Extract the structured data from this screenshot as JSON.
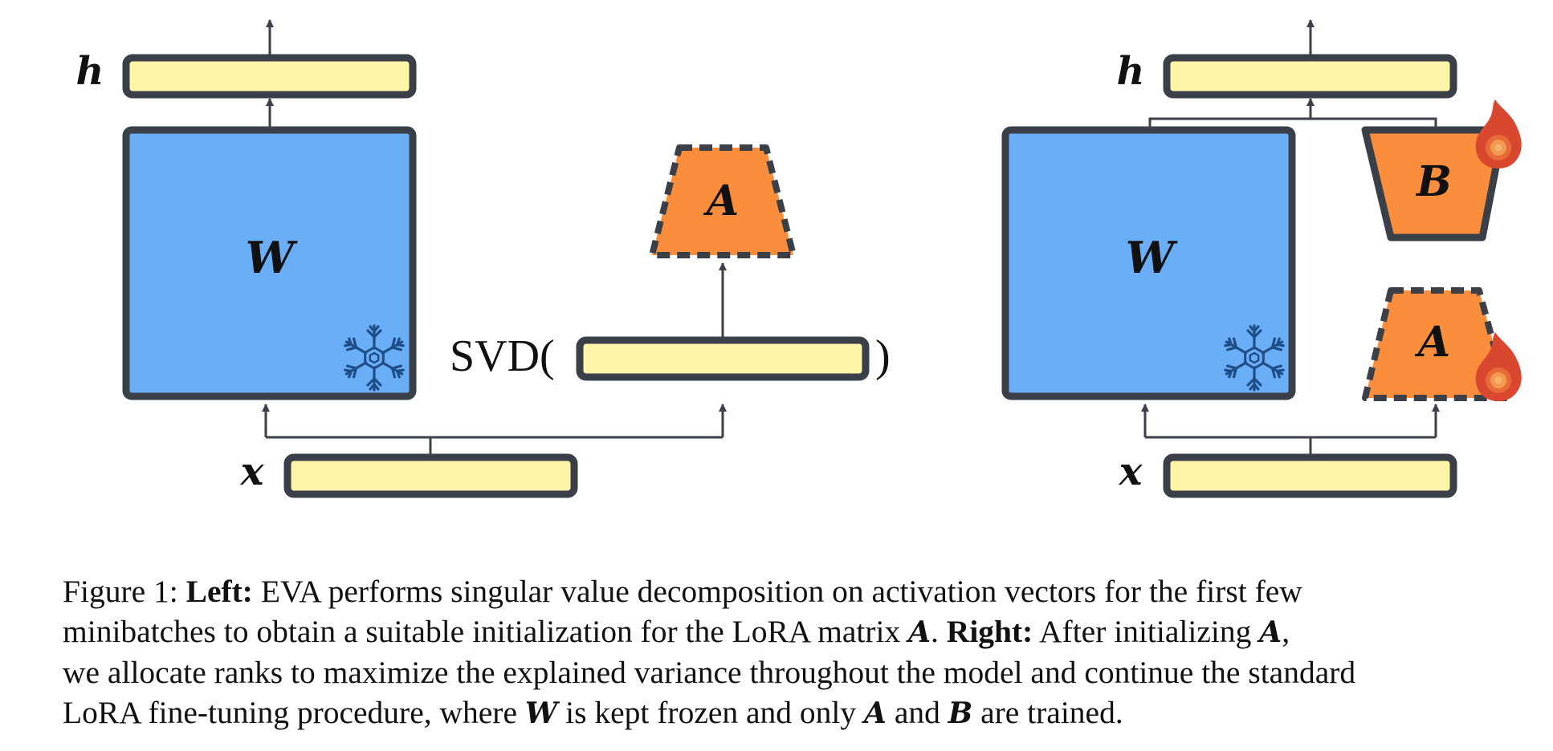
{
  "figure": {
    "left_panel": {
      "output_label": "h",
      "weight_label": "W",
      "input_label": "x",
      "svd_prefix": "SVD(",
      "svd_suffix": ")",
      "matrix_a_label": "A"
    },
    "right_panel": {
      "output_label": "h",
      "weight_label": "W",
      "input_label": "x",
      "matrix_b_label": "B",
      "matrix_a_label": "A"
    },
    "icons": [
      "snowflake-icon",
      "flame-icon"
    ],
    "colors": {
      "bar_fill": "#FFF4A8",
      "weight_fill": "#6BAEF8",
      "adapter_fill": "#FA8E3C",
      "stroke": "#3A3F48",
      "flame_outer": "#D9472F",
      "flame_inner": "#F29A4E"
    }
  },
  "caption": {
    "line1_start": "Figure 1: ",
    "left_label": "Left:",
    "line1_end": " EVA performs singular value decomposition on activation vectors for the first few",
    "line2_start": "minibatches to obtain a suitable initialization for the LoRA matrix ",
    "line2_a": "A",
    "line2_period": ". ",
    "right_label": "Right:",
    "line2_end": " After initializing ",
    "line2_a2": "A",
    "line2_comma": ",",
    "line3": "we allocate ranks to maximize the explained variance throughout the model and continue the standard",
    "line4_start": "LoRA fine-tuning procedure, where ",
    "line4_w": "W",
    "line4_mid": " is kept frozen and only ",
    "line4_a": "A",
    "line4_and": " and ",
    "line4_b": "B",
    "line4_end": " are trained."
  }
}
